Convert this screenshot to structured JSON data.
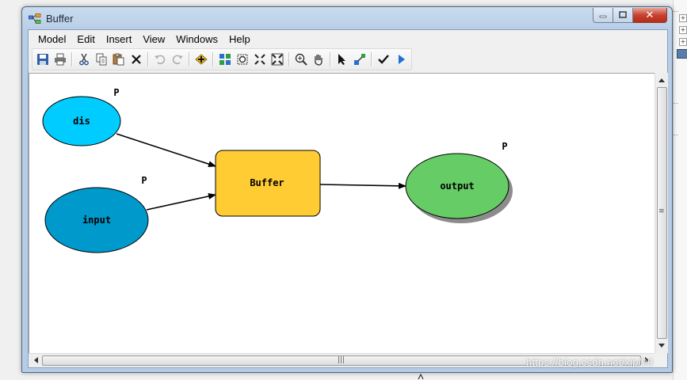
{
  "window": {
    "title": "Buffer",
    "controls": {
      "minimize": "minimize",
      "maximize": "maximize",
      "close": "✕"
    }
  },
  "menu": [
    "Model",
    "Edit",
    "Insert",
    "View",
    "Windows",
    "Help"
  ],
  "toolbar": {
    "icons": [
      "save-icon",
      "print-icon",
      "cut-icon",
      "copy-icon",
      "paste-icon",
      "delete-icon",
      "undo-icon",
      "redo-icon",
      "add-data-icon",
      "auto-layout-icon",
      "full-extent-icon",
      "zoom-in-fixed-icon",
      "zoom-out-fixed-icon",
      "zoom-icon",
      "pan-icon",
      "select-icon",
      "connect-icon",
      "validate-icon",
      "run-icon"
    ]
  },
  "model": {
    "nodes": [
      {
        "id": "dis",
        "label": "dis",
        "kind": "variable",
        "color": "#00ccff",
        "parameter_marker": "P"
      },
      {
        "id": "input",
        "label": "input",
        "kind": "variable",
        "color": "#0099cc",
        "parameter_marker": "P"
      },
      {
        "id": "buffer",
        "label": "Buffer",
        "kind": "tool",
        "color": "#ffcc33"
      },
      {
        "id": "output",
        "label": "output",
        "kind": "derived",
        "color": "#66cc66",
        "parameter_marker": "P"
      }
    ],
    "connections": [
      {
        "from": "dis",
        "to": "buffer"
      },
      {
        "from": "input",
        "to": "buffer"
      },
      {
        "from": "buffer",
        "to": "output"
      }
    ]
  },
  "watermark": "https://blog.csdn.net/xip/99"
}
